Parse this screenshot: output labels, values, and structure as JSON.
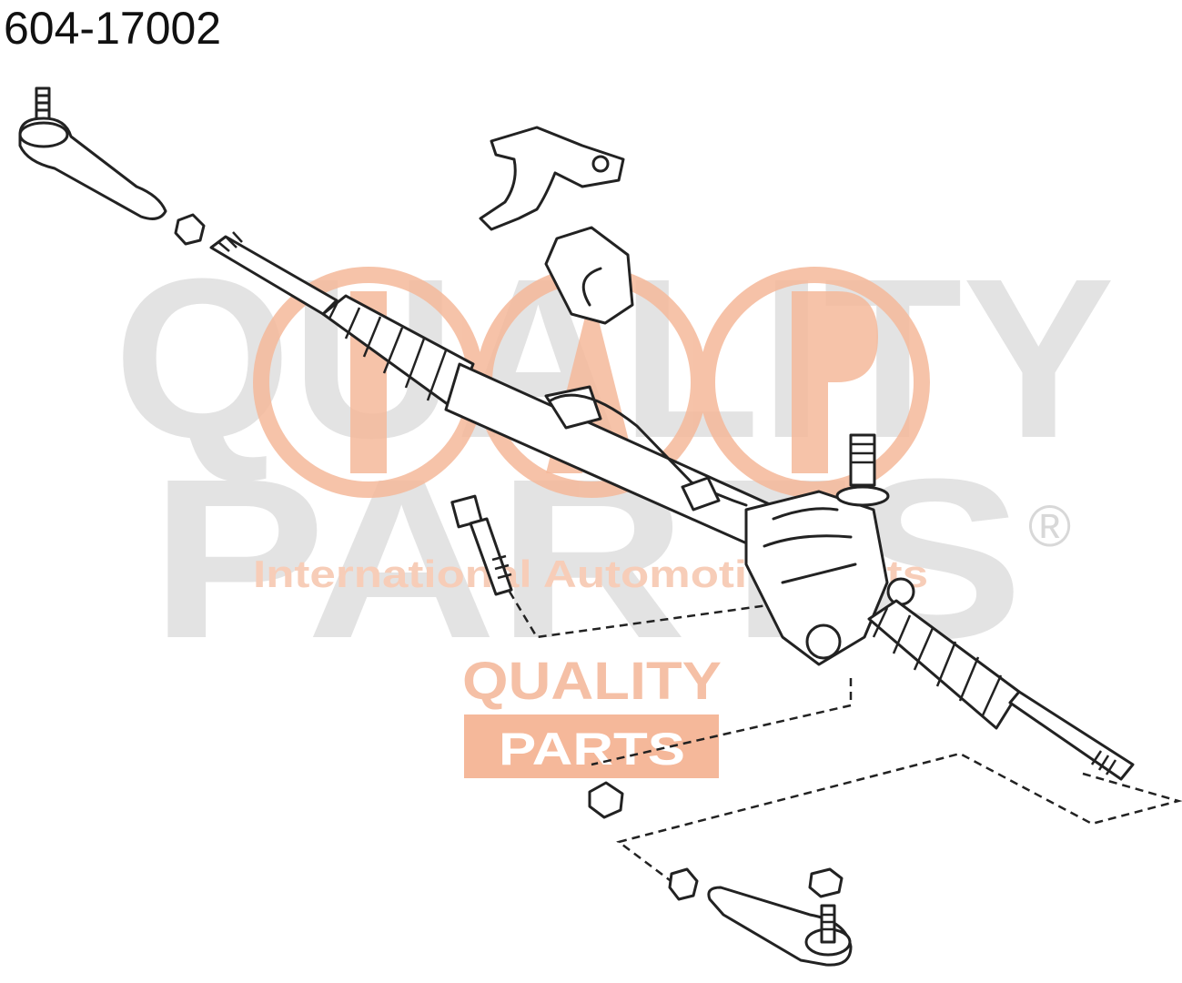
{
  "diagram": {
    "part_number": "604-17002"
  },
  "watermark": {
    "line1": "QUALITY",
    "line2": "PARTS",
    "registered_mark": "®",
    "tagline": "International Automotive Parts",
    "badge_line1": "QUALITY",
    "badge_line2": "PARTS",
    "accent_color": "#f5b89a",
    "grey_color": "#e3e3e3"
  }
}
